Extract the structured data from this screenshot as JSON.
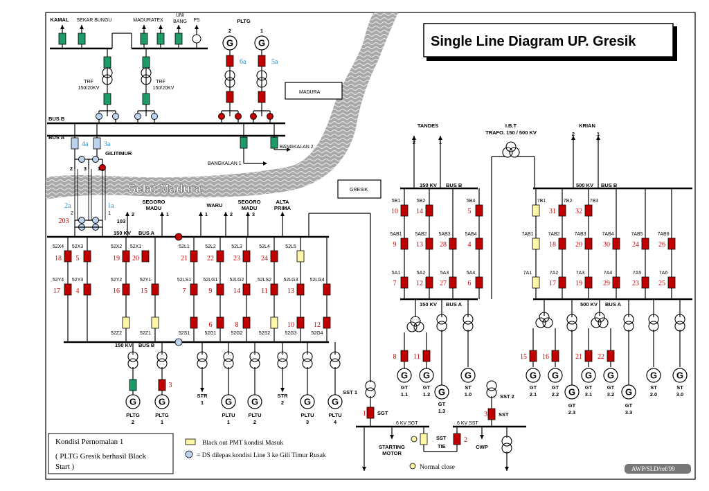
{
  "title": "Single Line Diagram  UP. Gresik",
  "madura_box": "MADURA",
  "gresik_box": "GRESIK",
  "strait_label": "Selat Madura",
  "ref_code": "AWP/SLD/ref/99",
  "legend": {
    "line1": "Kondisi Pernomalan 1",
    "line2": "( PLTG Gresik berhasil Black",
    "line3": "Start )",
    "yellow_text": "Black out PMT kondisi Masuk",
    "blue_text": "=   DS  dilepas  kondisi  Line 3  ke Gili Timur Rusak",
    "normal_close": "Normal close"
  },
  "madura": {
    "feeders": [
      "KAMAL",
      "SEKAR BUNGU",
      "MADURATEX",
      "UNI",
      "BANG",
      "PS"
    ],
    "pltg_label": "PLTG",
    "gen_nums": [
      "2",
      "1"
    ],
    "gen_codes": [
      "6a",
      "5a"
    ],
    "trf_label": [
      "TRF",
      "150/20KV"
    ],
    "bus_b": "BUS B",
    "bus_a": "BUS A",
    "bangkalan1": "BANGKALAN 1",
    "bangkalan2": "BANGKALAN 2",
    "bay_codes": [
      "4a",
      "3a"
    ],
    "gilitimur": "GILITIMUR",
    "line_nums": [
      "2",
      "3",
      "1"
    ],
    "lower_codes": [
      "2a",
      "1a"
    ],
    "lower_nums": [
      "203",
      "103"
    ],
    "lower_line_nums": [
      "2",
      "1"
    ]
  },
  "left_station": {
    "bus_top": [
      "150 KV",
      "BUS A"
    ],
    "bus_bottom": [
      "150 KV",
      "BUS B"
    ],
    "line_groups": [
      "SEGORO",
      "MADU",
      "WARU",
      "SEGORO",
      "MADU",
      "ALTA",
      "PRIMA"
    ],
    "line_nums": [
      "2",
      "1",
      "1",
      "2",
      "3"
    ],
    "row1_codes": [
      "52X4",
      "52X3",
      "52X2",
      "52X1",
      "52L1",
      "52L2",
      "52L3",
      "52L4",
      "52L5"
    ],
    "row1_nums": [
      "18",
      "5",
      "19",
      "20",
      "21",
      "22",
      "23",
      "24"
    ],
    "row2_codes": [
      "52Y4",
      "52Y3",
      "52Y2",
      "52Y1",
      "52LS1",
      "52LG1",
      "52LG2",
      "52LS2",
      "52LG3",
      "52LG4"
    ],
    "row2_nums": [
      "17",
      "4",
      "16",
      "15",
      "7",
      "9",
      "14",
      "11",
      "13"
    ],
    "row3_codes": [
      "52Z2",
      "52Z1",
      "52S1",
      "52G1",
      "52G2",
      "52S2",
      "52G3",
      "52G4"
    ],
    "row3_nums": [
      "6",
      "8",
      "10",
      "12"
    ],
    "pltg_num": "3",
    "gens": [
      "PLTG",
      "2",
      "PLTG",
      "1",
      "STR",
      "1",
      "PLTU",
      "1",
      "PLTU",
      "2",
      "STR",
      "2",
      "PLTU",
      "3",
      "PLTU",
      "4"
    ]
  },
  "mid_station": {
    "tandes": "TANDES",
    "ibt": "I.B.T",
    "trafo": "TRAFO. 150 / 500 KV",
    "line_nums": [
      "2",
      "1"
    ],
    "bus_b": [
      "150 KV",
      "BUS B"
    ],
    "bus_a": [
      "150 KV",
      "BUS A"
    ],
    "top_codes": [
      "5B1",
      "5B2",
      "5B4"
    ],
    "top_nums": [
      "10",
      "14",
      "5"
    ],
    "mid_codes": [
      "5AB1",
      "5AB2",
      "5AB3",
      "5AB4"
    ],
    "mid_nums": [
      "9",
      "13",
      "28",
      "4"
    ],
    "low_codes": [
      "5A1",
      "5A2",
      "5A3",
      "5A4"
    ],
    "low_nums": [
      "7",
      "12",
      "27",
      "6"
    ],
    "gt_nums": [
      "8",
      "11"
    ],
    "gens": [
      "GT",
      "1.1",
      "GT",
      "1.2",
      "ST",
      "1.0",
      "GT",
      "1.3"
    ]
  },
  "right_station": {
    "krian": "KRIAN",
    "line_nums": [
      "2",
      "1"
    ],
    "bus_b": [
      "500 KV",
      "BUS B"
    ],
    "bus_a": [
      "500 KV",
      "BUS A"
    ],
    "top_codes": [
      "7B1",
      "7B2",
      "7B3"
    ],
    "top_nums": [
      "31",
      "32"
    ],
    "mid_codes": [
      "7AB1",
      "7AB2",
      "7AB3",
      "7AB4",
      "7AB5",
      "7AB6"
    ],
    "mid_nums": [
      "18",
      "20",
      "30",
      "24",
      "26"
    ],
    "low_codes": [
      "7A1",
      "7A2",
      "7A3",
      "7A4",
      "7A5",
      "7A6"
    ],
    "low_nums": [
      "17",
      "19",
      "29",
      "23",
      "25"
    ],
    "gt_nums": [
      "15",
      "16",
      "21",
      "22"
    ],
    "gens": [
      "GT",
      "2.1",
      "GT",
      "2.2",
      "GT",
      "2.3",
      "GT",
      "3.1",
      "GT",
      "3.2",
      "GT",
      "3.3",
      "ST",
      "2.0",
      "ST",
      "3.0"
    ]
  },
  "aux": {
    "sst1": "SST 1",
    "sst2": "SST 2",
    "sgt": "SGT",
    "sst": "SST",
    "kv_sgt": "6 KV  SGT",
    "kv_sst": "6 KV  SST",
    "starting_motor": [
      "STARTING",
      "MOTOR"
    ],
    "sst_tie": [
      "SST",
      "TIE"
    ],
    "cwp": "CWP",
    "nums": [
      "1",
      "3",
      "2"
    ]
  },
  "colors": {
    "red": "#c00000",
    "green": "#1f9b6a",
    "yellow": "#fff6a8",
    "blue": "#bcd3ee",
    "water": "#b0b0b0"
  }
}
